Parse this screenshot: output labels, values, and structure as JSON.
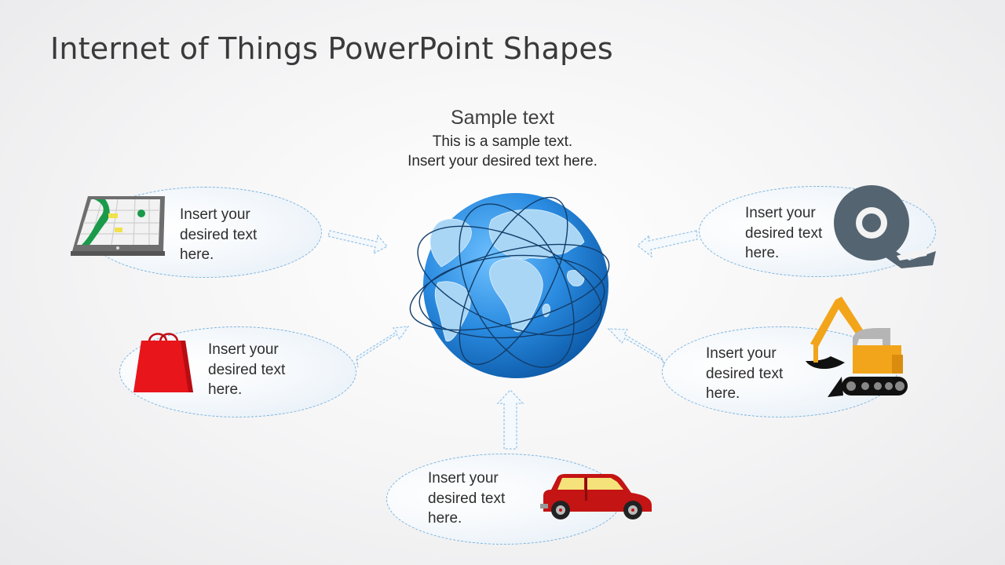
{
  "title": "Internet of Things PowerPoint Shapes",
  "center": {
    "heading": "Sample text",
    "lines": [
      "This is a sample text.",
      "Insert your desired text here."
    ]
  },
  "nodes": [
    {
      "id": "tablet",
      "lines": [
        "Insert your",
        "desired text",
        "here."
      ],
      "icon": "tablet-map-icon"
    },
    {
      "id": "bag",
      "lines": [
        "Insert your",
        "desired text",
        "here."
      ],
      "icon": "shopping-bag-icon"
    },
    {
      "id": "car",
      "lines": [
        "Insert your",
        "desired text",
        "here."
      ],
      "icon": "car-icon"
    },
    {
      "id": "excavator",
      "lines": [
        "Insert your",
        "desired text",
        "here."
      ],
      "icon": "excavator-icon"
    },
    {
      "id": "tape",
      "lines": [
        "Insert your",
        "desired text",
        "here."
      ],
      "icon": "tape-measure-icon"
    }
  ],
  "colors": {
    "ellipse_border": "#7fb4dc",
    "arrow_stroke": "#9cc6e6",
    "globe": "#2a8be0",
    "continent": "#a9d6f5",
    "bag": "#e8151b",
    "car": "#c41414",
    "excavator": "#f2a51a",
    "tape": "#546470"
  }
}
